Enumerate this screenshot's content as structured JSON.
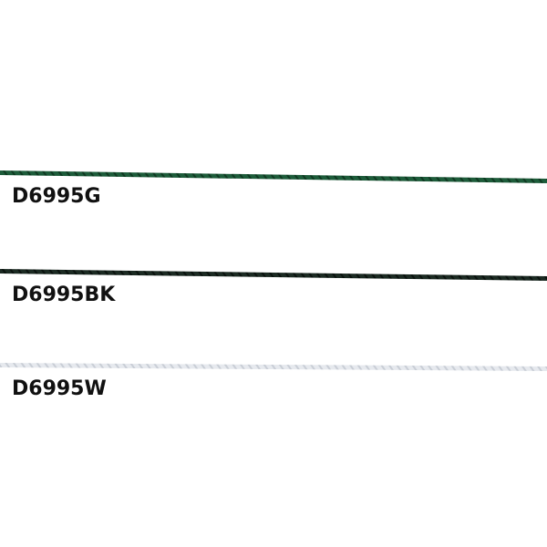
{
  "products": [
    {
      "code": "D6995G",
      "cord_color": "#1d5c3a",
      "cord_shade": "#0f3a22"
    },
    {
      "code": "D6995BK",
      "cord_color": "#1b2a22",
      "cord_shade": "#0a120e"
    },
    {
      "code": "D6995W",
      "cord_color": "#e6e9ee",
      "cord_shade": "#c9ced6"
    }
  ],
  "background": "#ffffff",
  "label_color": "#111111"
}
